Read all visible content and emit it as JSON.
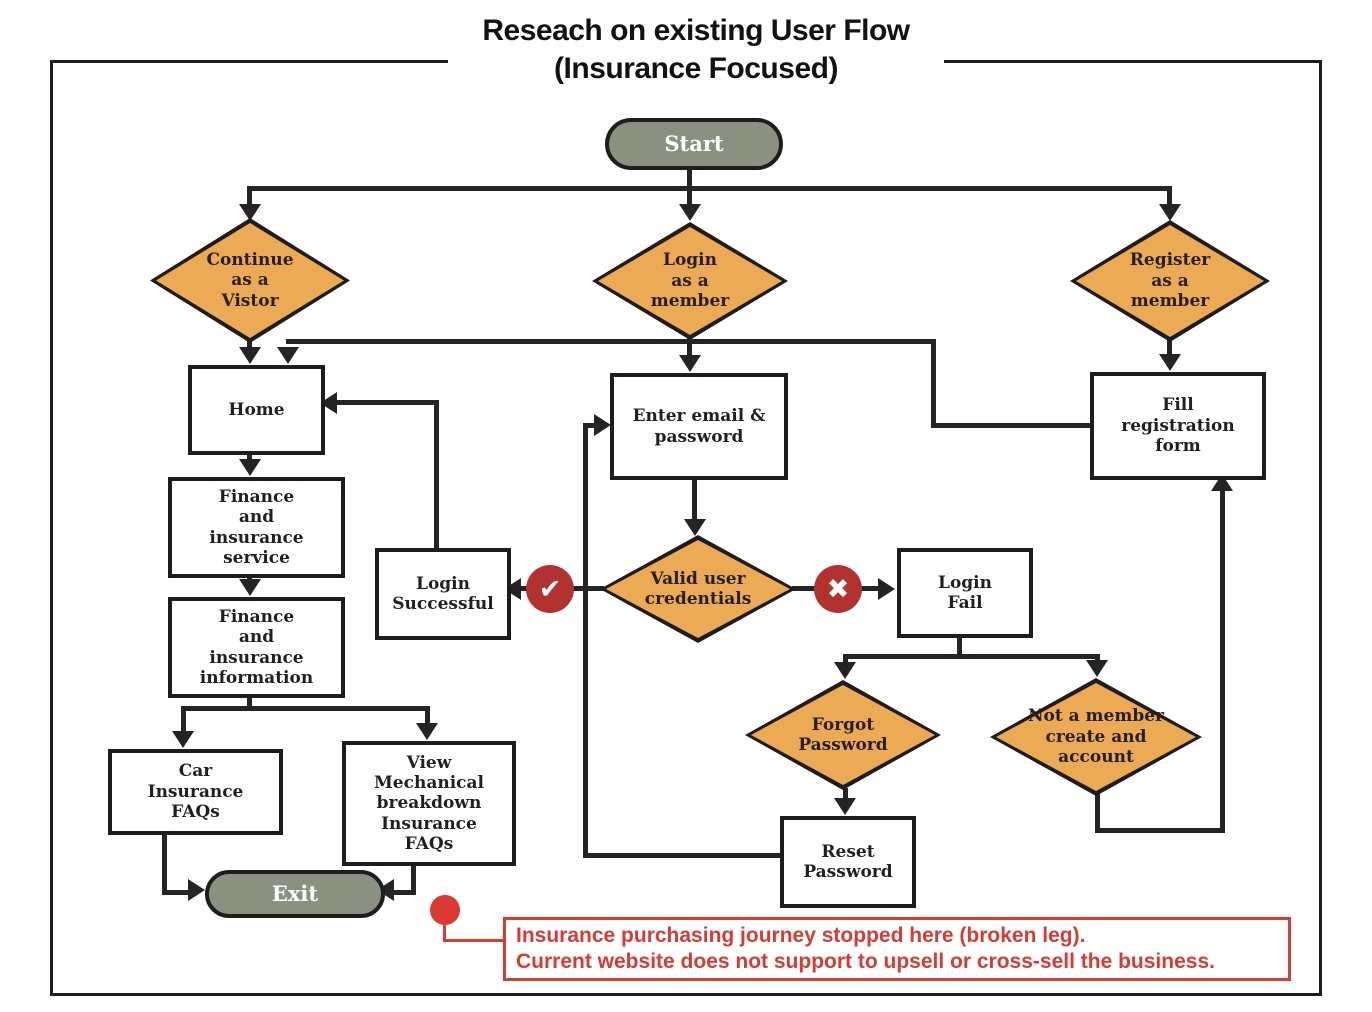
{
  "title": {
    "line1": "Reseach on existing User Flow",
    "line2": "(Insurance Focused)"
  },
  "nodes": {
    "start": "Start",
    "continue_visitor": "Continue\nas a\nVistor",
    "login_member": "Login\nas a\nmember",
    "register_member": "Register\nas a\nmember",
    "home": "Home",
    "finance_service": "Finance\nand\ninsurance\nservice",
    "finance_information": "Finance\nand\ninsurance\ninformation",
    "car_insurance_faqs": "Car\nInsurance\nFAQs",
    "mechanical_faqs": "View\nMechanical\nbreakdown\nInsurance\nFAQs",
    "exit": "Exit",
    "enter_credentials": "Enter email &\npassword",
    "valid_credentials": "Valid user\ncredentials",
    "login_successful": "Login\nSuccessful",
    "login_fail": "Login\nFail",
    "forgot_password": "Forgot\nPassword",
    "not_a_member": "Not a member\ncreate and\naccount",
    "reset_password": "Reset\nPassword",
    "fill_registration": "Fill\nregistration\nform"
  },
  "icons": {
    "success_check": "✔",
    "fail_cross": "✖"
  },
  "annotation": {
    "line1": "Insurance purchasing journey stopped here (broken leg).",
    "line2": "Current website does not support to upsell or cross-sell the business."
  },
  "colors": {
    "diamond_fill": "#ebaa53",
    "terminator_fill": "#8b9180",
    "ink": "#262324",
    "status_circle_red": "#b23230",
    "annotation_red": "#d93a31"
  }
}
